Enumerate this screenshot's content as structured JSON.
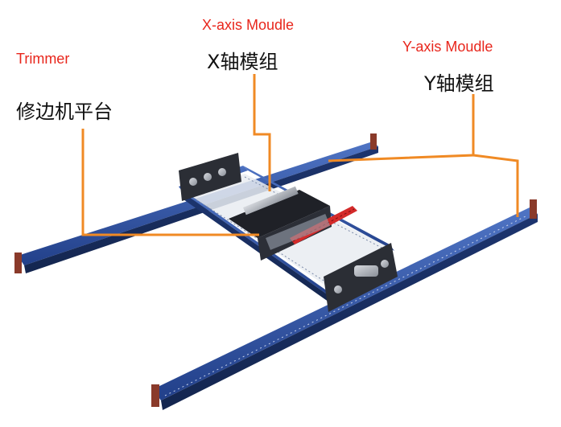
{
  "labels": {
    "trimmer": {
      "en": "Trimmer",
      "zh": "修边机平台"
    },
    "x_axis": {
      "en": "X-axis Moudle",
      "zh": "X轴模组"
    },
    "y_axis": {
      "en": "Y-axis Moudle",
      "zh": "Y轴模组"
    }
  },
  "colors": {
    "rail_blue": "#2a4a8f",
    "leader_orange": "#f08a24",
    "label_red": "#e8261c",
    "carriage_red": "#d42a2a"
  }
}
